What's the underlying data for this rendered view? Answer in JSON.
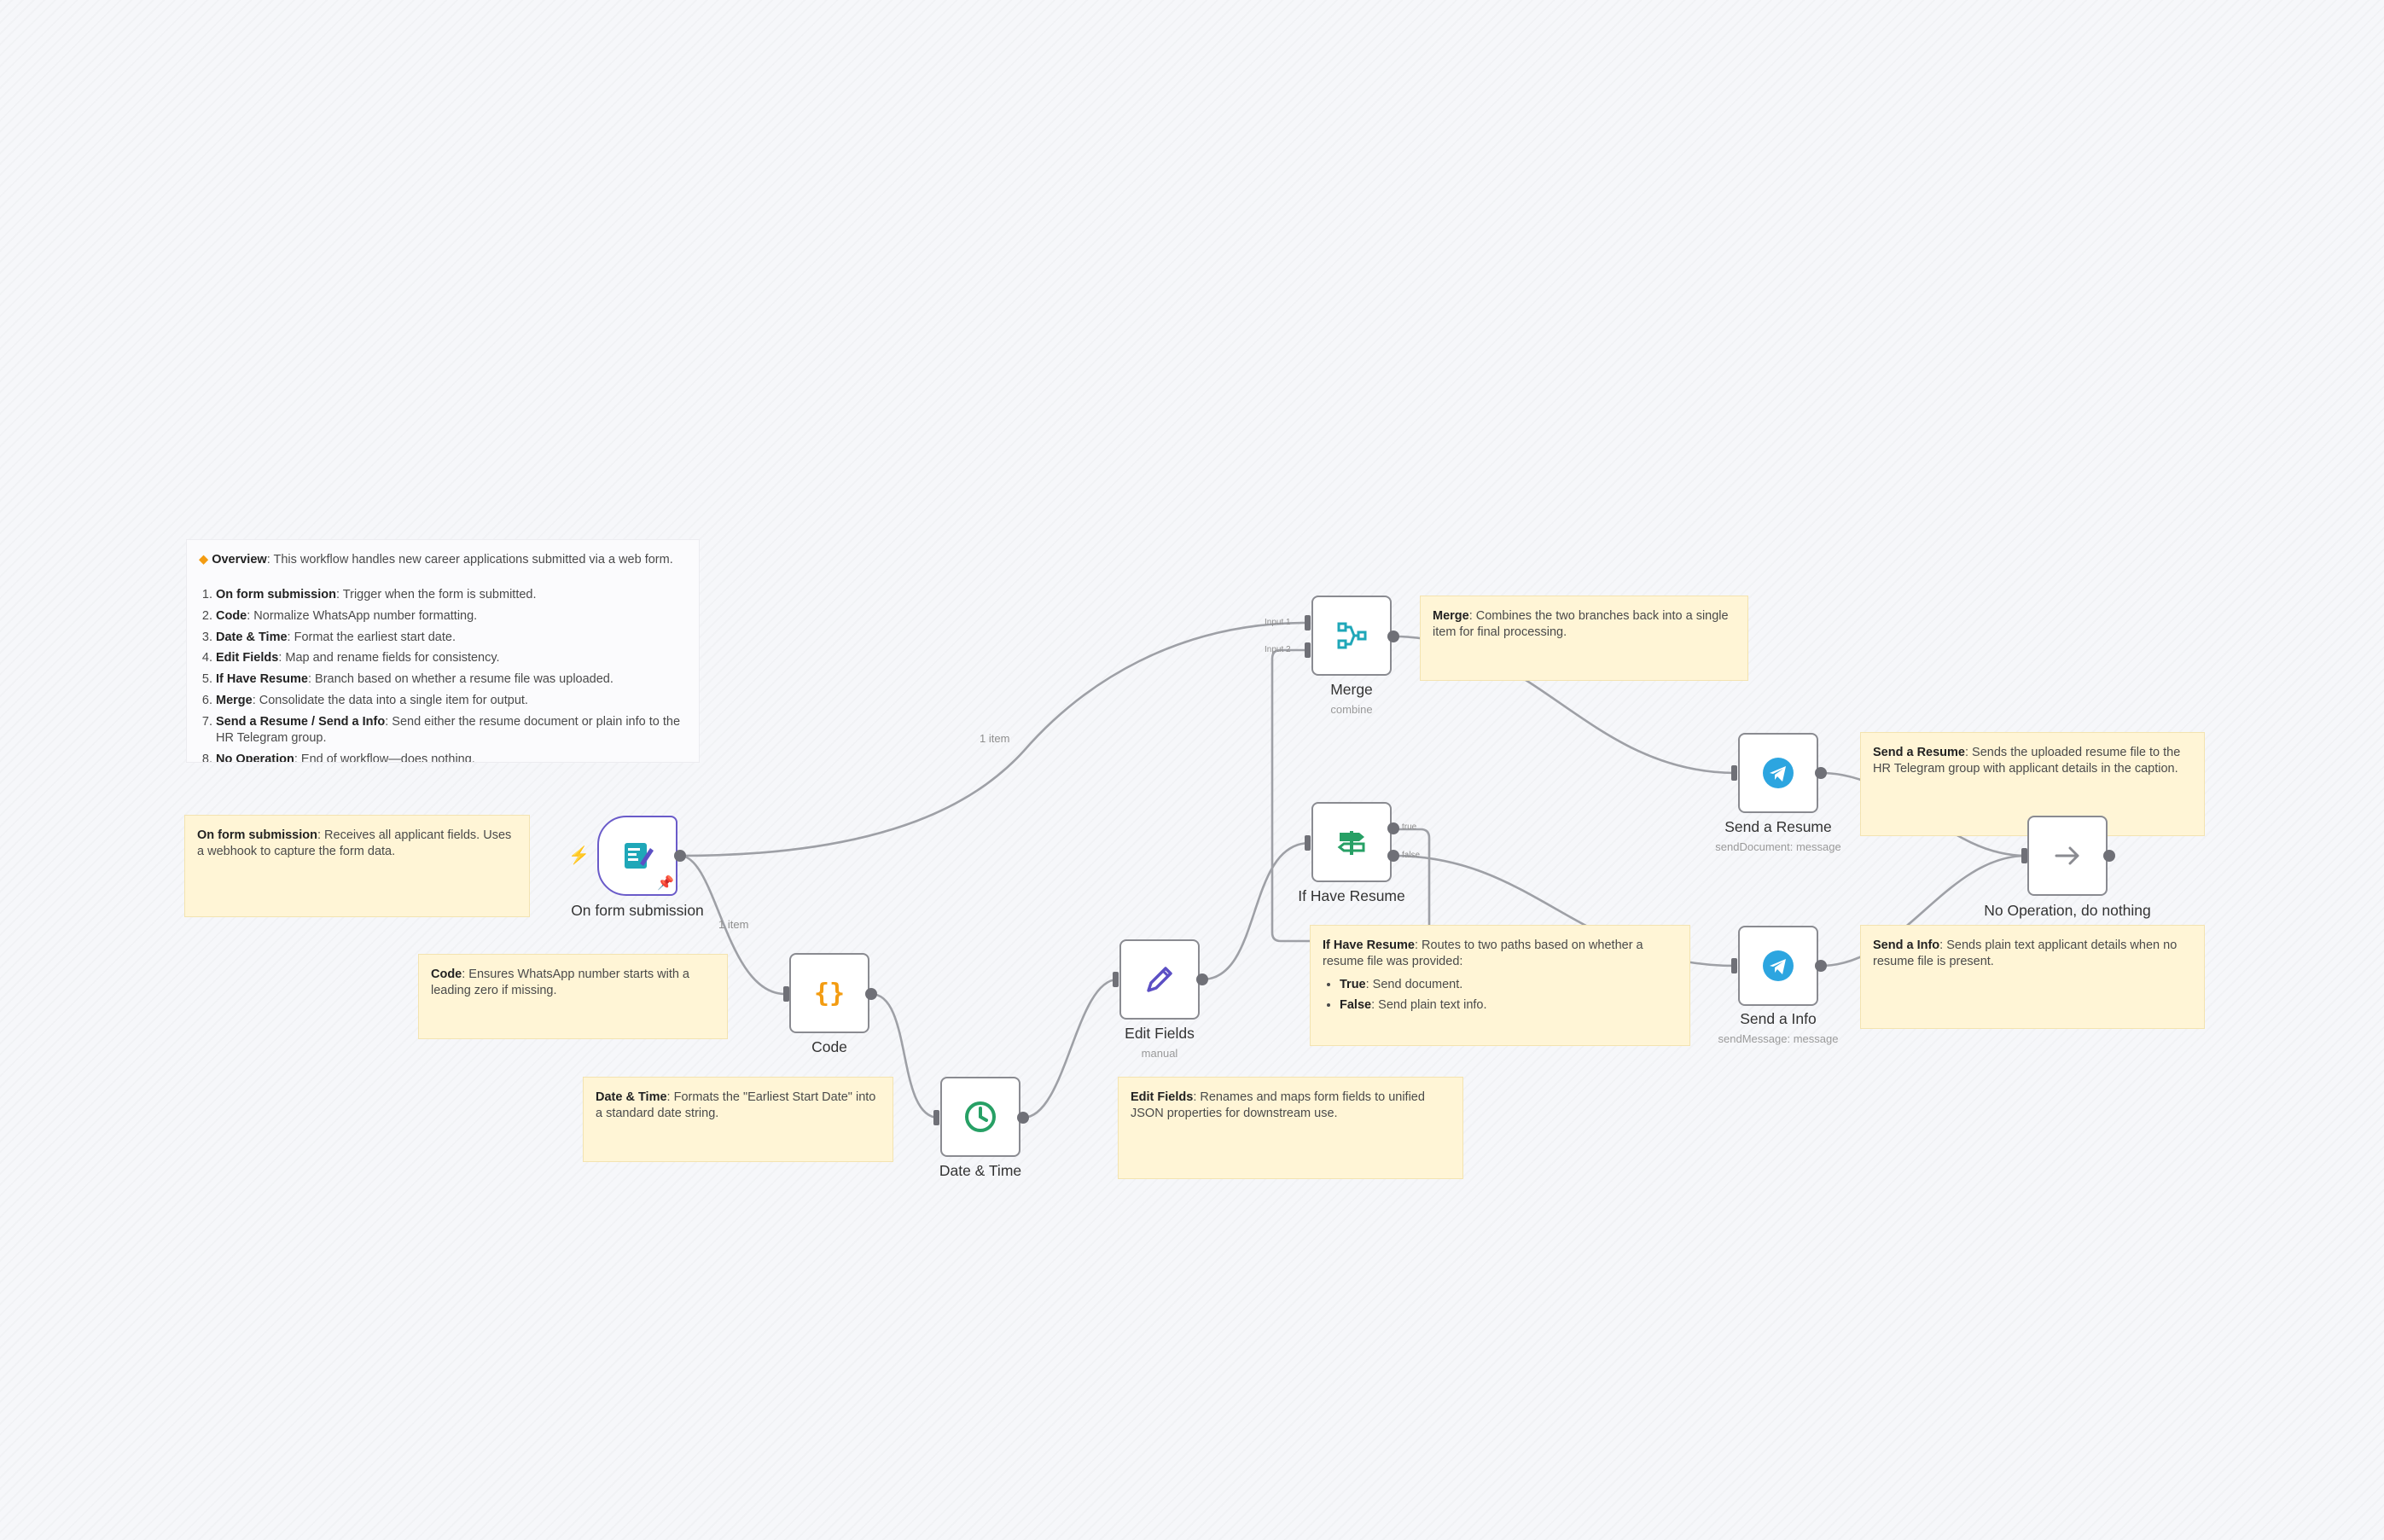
{
  "canvas": {
    "accent_color": "#6a5bc9",
    "edge_color": "#9ea0a6",
    "sticky_color": "#fff5d6"
  },
  "overview": {
    "icon": "orange-diamond-icon",
    "title": "Overview",
    "intro": ": This workflow handles new career applications submitted via a web form.",
    "steps": [
      {
        "name": "On form submission",
        "text": ": Trigger when the form is submitted."
      },
      {
        "name": "Code",
        "text": ": Normalize WhatsApp number formatting."
      },
      {
        "name": "Date & Time",
        "text": ": Format the earliest start date."
      },
      {
        "name": "Edit Fields",
        "text": ": Map and rename fields for consistency."
      },
      {
        "name": "If Have Resume",
        "text": ": Branch based on whether a resume file was uploaded."
      },
      {
        "name": "Merge",
        "text": ": Consolidate the data into a single item for output."
      },
      {
        "name": "Send a Resume / Send a Info",
        "text": ": Send either the resume document or plain info to the HR Telegram group."
      },
      {
        "name": "No Operation",
        "text": ": End of workflow—does nothing."
      }
    ]
  },
  "notes": {
    "form": {
      "title": "On form submission",
      "text": ": Receives all applicant fields. Uses a webhook to capture the form data."
    },
    "code": {
      "title": "Code",
      "text": ": Ensures WhatsApp number starts with a leading zero if missing."
    },
    "datetime": {
      "title": "Date & Time",
      "text": ": Formats the \"Earliest Start Date\" into a standard date string."
    },
    "editfields": {
      "title": "Edit Fields",
      "text": ": Renames and maps form fields to unified JSON properties for downstream use."
    },
    "merge": {
      "title": "Merge",
      "text": ": Combines the two branches back into a single item for final processing."
    },
    "ifresume": {
      "title": "If Have Resume",
      "text": ": Routes to two paths based on whether a resume file was provided:",
      "true_label": "True",
      "true_text": ": Send document.",
      "false_label": "False",
      "false_text": ": Send plain text info."
    },
    "sendresume": {
      "title": "Send a Resume",
      "text": ": Sends the uploaded resume file to the HR Telegram group with applicant details in the caption."
    },
    "sendinfo": {
      "title": "Send a Info",
      "text": ": Sends plain text applicant details when no resume file is present."
    }
  },
  "nodes": {
    "form": {
      "label": "On form submission",
      "icon": "form-icon"
    },
    "code": {
      "label": "Code",
      "icon": "code-braces-icon"
    },
    "datetime": {
      "label": "Date & Time",
      "icon": "clock-icon"
    },
    "editfields": {
      "label": "Edit Fields",
      "sub": "manual",
      "icon": "pencil-icon"
    },
    "ifresume": {
      "label": "If Have Resume",
      "icon": "signpost-icon",
      "out_true": "true",
      "out_false": "false"
    },
    "merge": {
      "label": "Merge",
      "sub": "combine",
      "icon": "merge-icon",
      "in1": "Input 1",
      "in2": "Input 2"
    },
    "sendresume": {
      "label": "Send a Resume",
      "sub": "sendDocument: message",
      "icon": "telegram-icon"
    },
    "sendinfo": {
      "label": "Send a Info",
      "sub": "sendMessage: message",
      "icon": "telegram-icon"
    },
    "noop": {
      "label": "No Operation, do nothing",
      "icon": "arrow-right-icon"
    }
  },
  "edges": {
    "item_label_1": "1 item",
    "item_label_2": "1 item"
  }
}
